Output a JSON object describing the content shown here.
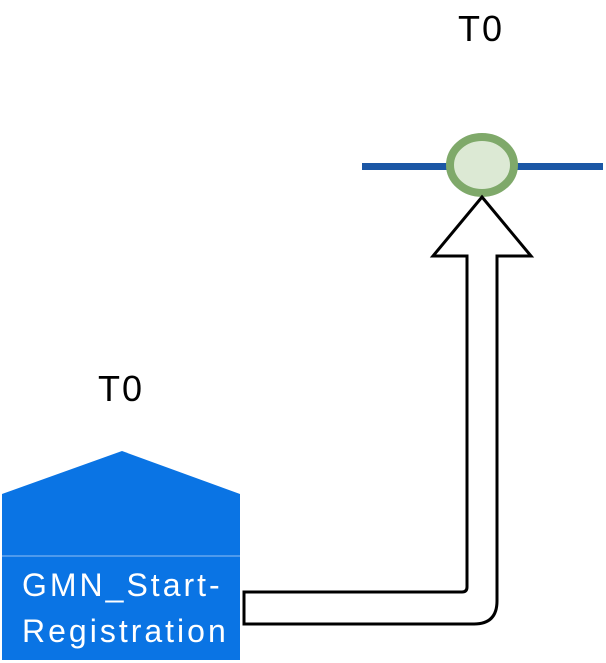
{
  "diagram": {
    "type": "process-diagram",
    "labels": {
      "event_timer": "T0",
      "task_timer": "T0"
    },
    "task": {
      "name_lines": [
        "GMN_Start-",
        "Registration"
      ]
    },
    "colors": {
      "background": "#ffffff",
      "sequence_line": "#1B57A5",
      "event_stroke": "#7FA96A",
      "event_fill": "#DCE9D4",
      "task_fill": "#0A74E4",
      "task_divider": "rgba(255,255,255,0.45)",
      "task_text": "#ffffff",
      "label_text": "#000000",
      "connector_stroke": "#000000",
      "connector_fill": "#ffffff"
    }
  }
}
